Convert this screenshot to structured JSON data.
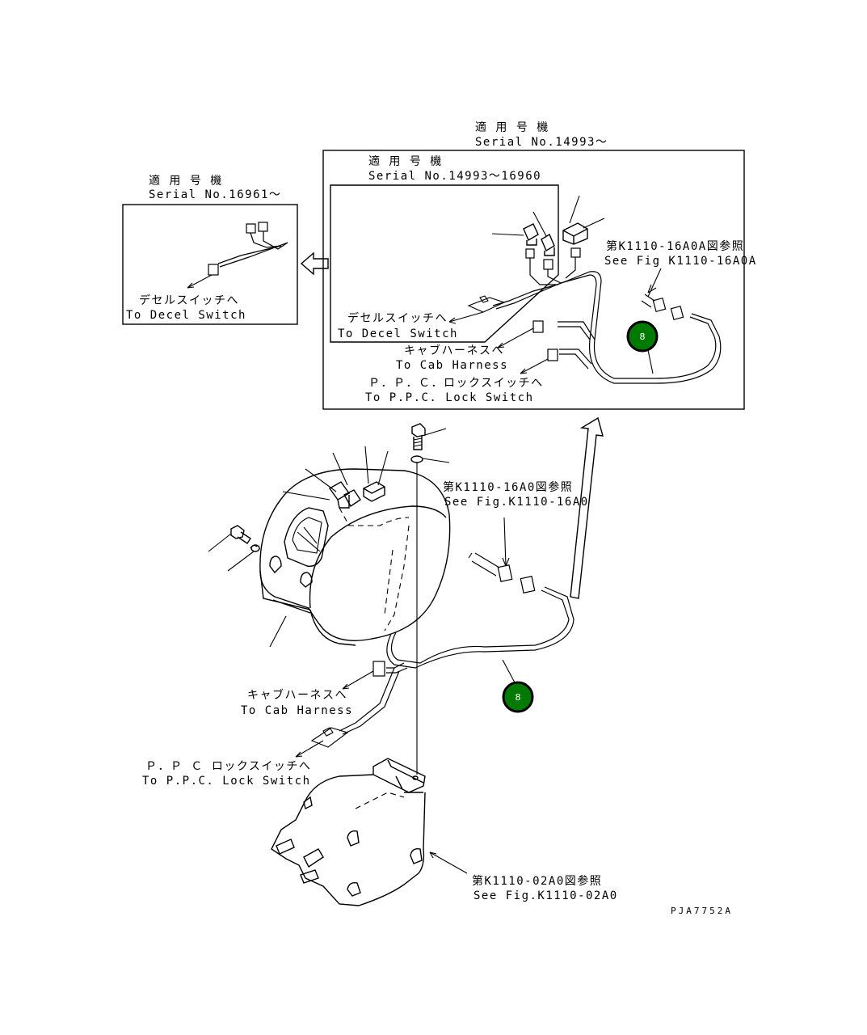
{
  "inset_main": {
    "applicable_label": "適 用 号 機",
    "serial_label": "Serial No.14993～"
  },
  "inset_inner": {
    "applicable_label": "適 用 号 機",
    "serial_label": "Serial No.14993～16960"
  },
  "inset_left": {
    "applicable_label": "適 用 号 機",
    "serial_label": "Serial No.16961～",
    "decel_jp": "デセルスイッチへ",
    "decel_en": "To Decel Switch"
  },
  "inset_main_labels": {
    "decel_jp": "デセルスイッチへ",
    "decel_en": "To Decel Switch",
    "cab_jp": "キャブハーネスへ",
    "cab_en": "To Cab Harness",
    "ppc_jp": "Ｐ．Ｐ．Ｃ．ロックスイッチへ",
    "ppc_en": "To P.P.C. Lock Switch",
    "ref_jp": "第K1110-16A0A図参照",
    "ref_en": "See Fig K1110-16A0A"
  },
  "main_labels": {
    "ref1_jp": "第K1110-16A0図参照",
    "ref1_en": "See Fig.K1110-16A0",
    "cab_jp": "キャブハーネスへ",
    "cab_en": "To Cab Harness",
    "ppc_jp": "Ｐ．Ｐ Ｃ ロックスイッチへ",
    "ppc_en": "To P.P.C. Lock Switch",
    "ref2_jp": "第K1110-02A0図参照",
    "ref2_en": "See Fig.K1110-02A0"
  },
  "callouts": [
    {
      "label": "8"
    },
    {
      "label": "8"
    }
  ],
  "drawing_code": "PJA7752A",
  "colors": {
    "callout_fill": "#007a00",
    "line": "#000000"
  }
}
